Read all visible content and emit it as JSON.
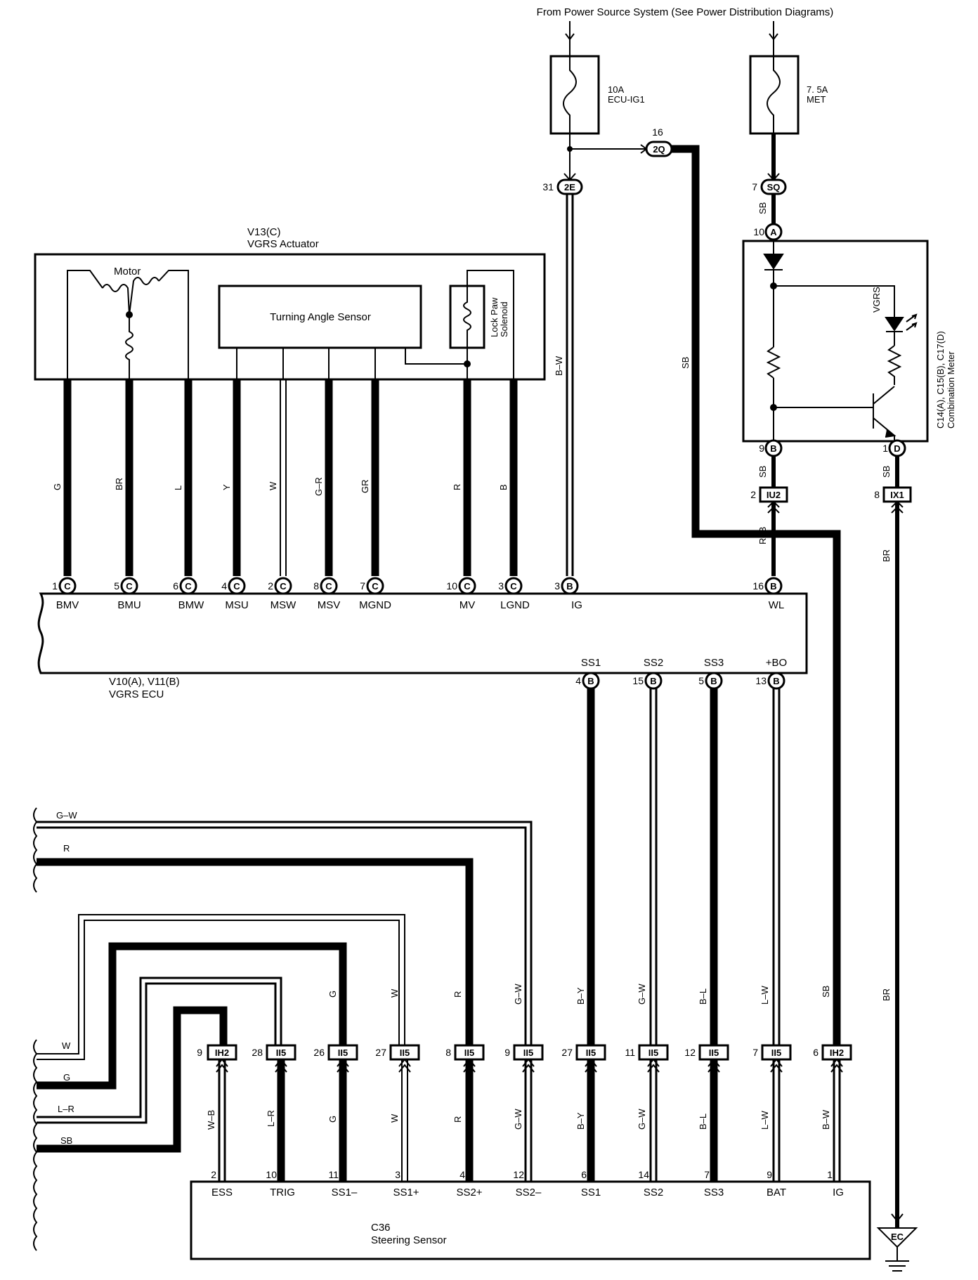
{
  "header": {
    "source": "From Power Source System (See Power Distribution Diagrams)"
  },
  "fuses": [
    {
      "id": "fuse-ecu-ig1",
      "rating": "10A",
      "name": "ECU-IG1"
    },
    {
      "id": "fuse-met",
      "rating": "7. 5A",
      "name": "MET"
    }
  ],
  "junction_connectors": {
    "2O": {
      "code": "2Q",
      "pin": "16"
    },
    "2E": {
      "code": "2E",
      "pin": "31"
    },
    "SQ": {
      "code": "SQ",
      "pin": "7"
    },
    "IU2": {
      "code": "IU2",
      "pin": "2"
    },
    "IX1": {
      "code": "IX1",
      "pin": "8"
    }
  },
  "actuator": {
    "id": "V13(C)",
    "name": "VGRS Actuator",
    "motor_label": "Motor",
    "sensor_label": "Turning Angle Sensor",
    "solenoid_label_1": "Lock Paw",
    "solenoid_label_2": "Solenoid"
  },
  "meter": {
    "id": "C14(A), C15(B), C17(D)",
    "name": "Combination Meter",
    "led_label": "VGRS",
    "pins": [
      {
        "pin": "10",
        "code": "A"
      },
      {
        "pin": "9",
        "code": "B"
      },
      {
        "pin": "1",
        "code": "D"
      }
    ]
  },
  "wire_colors": {
    "bw_ig": "B–W",
    "sb_main": "SB",
    "sb_met": "SB",
    "sb_wl": "SB",
    "sb_d": "SB",
    "rb": "R–B",
    "br_top": "BR",
    "br_bottom": "BR",
    "sb_ih2": "SB"
  },
  "ecu": {
    "id": "V10(A), V11(B)",
    "name": "VGRS ECU",
    "top_pins": [
      {
        "pin": "1",
        "code": "C",
        "name": "BMV",
        "wire": "G"
      },
      {
        "pin": "5",
        "code": "C",
        "name": "BMU",
        "wire": "BR"
      },
      {
        "pin": "6",
        "code": "C",
        "name": "BMW",
        "wire": "L"
      },
      {
        "pin": "4",
        "code": "C",
        "name": "MSU",
        "wire": "Y"
      },
      {
        "pin": "2",
        "code": "C",
        "name": "MSW",
        "wire": "W"
      },
      {
        "pin": "8",
        "code": "C",
        "name": "MSV",
        "wire": "G–R"
      },
      {
        "pin": "7",
        "code": "C",
        "name": "MGND",
        "wire": "GR"
      },
      {
        "pin": "10",
        "code": "C",
        "name": "MV",
        "wire": "R"
      },
      {
        "pin": "3",
        "code": "C",
        "name": "LGND",
        "wire": "B"
      },
      {
        "pin": "3",
        "code": "B",
        "name": "IG",
        "wire": "B–W"
      },
      {
        "pin": "16",
        "code": "B",
        "name": "WL",
        "wire": "R–B"
      }
    ],
    "bottom_pins": [
      {
        "pin": "4",
        "code": "B",
        "name": "SS1"
      },
      {
        "pin": "15",
        "code": "B",
        "name": "SS2"
      },
      {
        "pin": "5",
        "code": "B",
        "name": "SS3"
      },
      {
        "pin": "13",
        "code": "B",
        "name": "+BO"
      }
    ]
  },
  "left_wires": {
    "gw": "G–W",
    "r": "R",
    "w": "W",
    "g": "G",
    "lr": "L–R",
    "sb": "SB"
  },
  "sensor_connectors": [
    {
      "pin": "9",
      "code": "IH2",
      "upper": "",
      "lower": "W–B"
    },
    {
      "pin": "28",
      "code": "II5",
      "upper": "",
      "lower": "L–R"
    },
    {
      "pin": "26",
      "code": "II5",
      "upper": "G",
      "lower": "G"
    },
    {
      "pin": "27",
      "code": "II5",
      "upper": "W",
      "lower": "W"
    },
    {
      "pin": "8",
      "code": "II5",
      "upper": "R",
      "lower": "R"
    },
    {
      "pin": "9",
      "code": "II5",
      "upper": "G–W",
      "lower": "G–W"
    },
    {
      "pin": "27",
      "code": "II5",
      "upper": "B–Y",
      "lower": "B–Y"
    },
    {
      "pin": "11",
      "code": "II5",
      "upper": "G–W",
      "lower": "G–W"
    },
    {
      "pin": "12",
      "code": "II5",
      "upper": "B–L",
      "lower": "B–L"
    },
    {
      "pin": "7",
      "code": "II5",
      "upper": "L–W",
      "lower": "L–W"
    },
    {
      "pin": "6",
      "code": "IH2",
      "upper": "SB",
      "lower": "B–W"
    }
  ],
  "sensor": {
    "id": "C36",
    "name": "Steering Sensor",
    "pins": [
      {
        "pin": "2",
        "name": "ESS"
      },
      {
        "pin": "10",
        "name": "TRIG"
      },
      {
        "pin": "11",
        "name": "SS1–"
      },
      {
        "pin": "3",
        "name": "SS1+"
      },
      {
        "pin": "4",
        "name": "SS2+"
      },
      {
        "pin": "12",
        "name": "SS2–"
      },
      {
        "pin": "6",
        "name": "SS1"
      },
      {
        "pin": "14",
        "name": "SS2"
      },
      {
        "pin": "7",
        "name": "SS3"
      },
      {
        "pin": "9",
        "name": "BAT"
      },
      {
        "pin": "1",
        "name": "IG"
      }
    ]
  },
  "ground": {
    "code": "EC"
  }
}
